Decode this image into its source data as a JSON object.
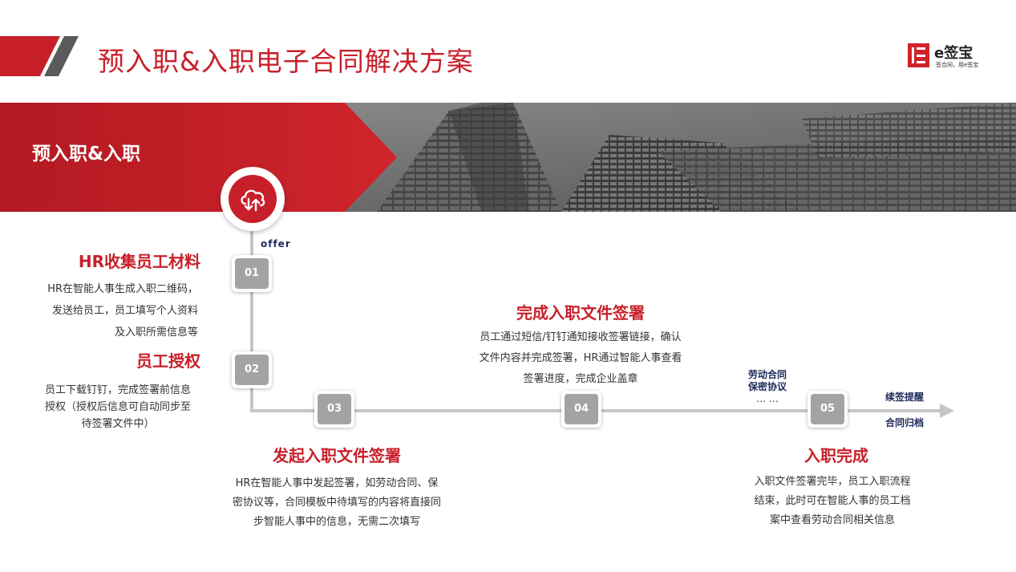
{
  "header": {
    "title": "预入职&入职电子合同解决方案",
    "logo_name": "e签宝",
    "logo_slogan": "签合同，用e签宝"
  },
  "banner": {
    "title": "预入职&入职"
  },
  "timeline": {
    "start_label": "offer",
    "steps": [
      {
        "num": "01",
        "title": "HR收集员工材料",
        "lines": [
          "HR在智能人事生成入职二维码，",
          "发送给员工，员工填写个人资料",
          "及入职所需信息等"
        ]
      },
      {
        "num": "02",
        "title": "员工授权",
        "lines": [
          "员工下载钉钉，完成签署前信息",
          "授权（授权后信息可自动同步至",
          "待签署文件中）"
        ]
      },
      {
        "num": "03",
        "title": "发起入职文件签署",
        "lines": [
          "HR在智能人事中发起签署，如劳动合同、保",
          "密协议等，合同模板中待填写的内容将直接同",
          "步智能人事中的信息，无需二次填写"
        ]
      },
      {
        "num": "04",
        "title": "完成入职文件签署",
        "lines": [
          "员工通过短信/钉钉通知接收签署链接，确认",
          "文件内容并完成签署，HR通过智能人事查看",
          "签署进度，完成企业盖章"
        ]
      },
      {
        "num": "05",
        "title": "入职完成",
        "lines": [
          "入职文件签署完毕，员工入职流程",
          "结束，此时可在智能人事的员工档",
          "案中查看劳动合同相关信息"
        ]
      }
    ],
    "docs_labels": [
      "劳动合同",
      "保密协议",
      "… …"
    ],
    "end_labels": [
      "续签提醒",
      "合同归档"
    ]
  },
  "colors": {
    "accent": "#c8202a",
    "line": "#c6c6c6",
    "badge": "#a3a3a3",
    "navy": "#1e2a5a"
  }
}
